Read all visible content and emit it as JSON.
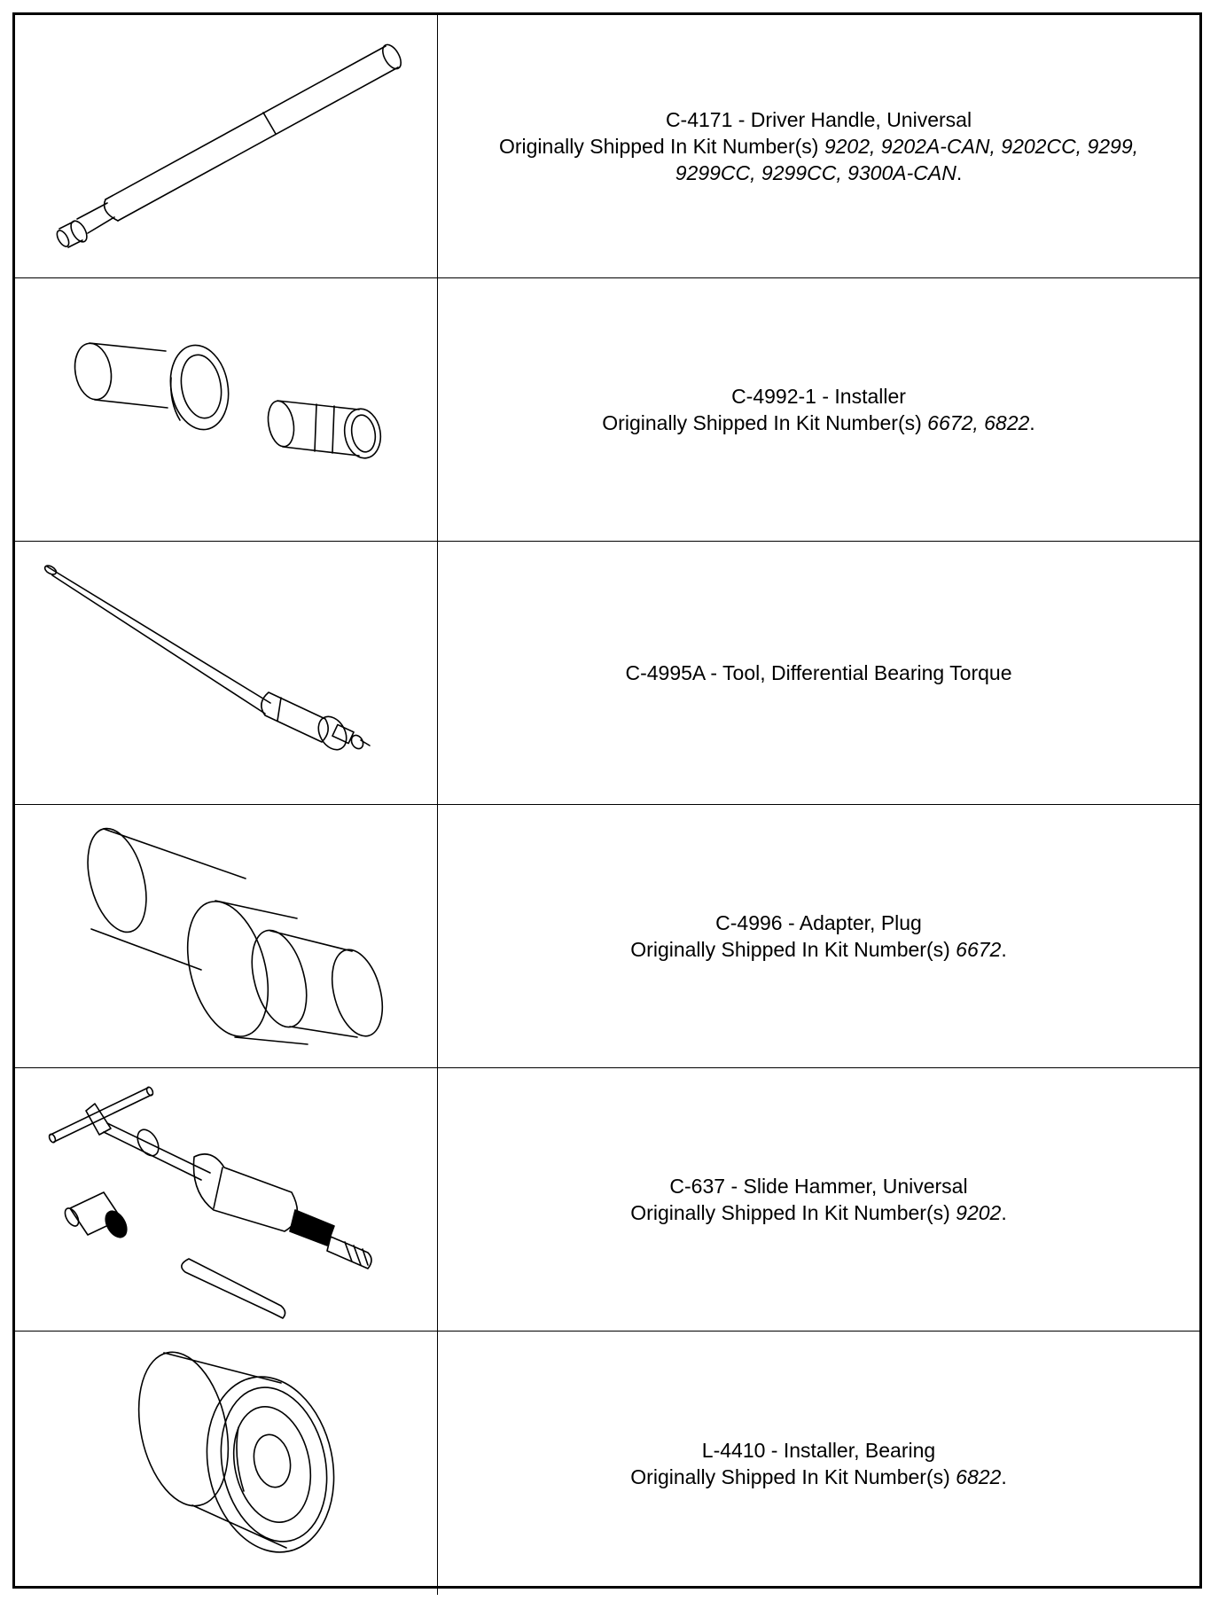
{
  "tools": [
    {
      "icon": "driver-handle-icon",
      "title": "C-4171 - Driver Handle, Universal",
      "kit_prefix": "Originally Shipped In Kit Number(s)",
      "kits_line1": "9202, 9202A-CAN, 9202CC, 9299,",
      "kits_line2": "9299CC, 9299CC, 9300A-CAN",
      "suffix": "."
    },
    {
      "icon": "installer-icon",
      "title": "C-4992-1 - Installer",
      "kit_prefix": "Originally Shipped In Kit Number(s)",
      "kits": "6672, 6822",
      "suffix": "."
    },
    {
      "icon": "bearing-torque-tool-icon",
      "title": "C-4995A - Tool, Differential Bearing Torque"
    },
    {
      "icon": "adapter-plug-icon",
      "title": "C-4996 - Adapter, Plug",
      "kit_prefix": "Originally Shipped In Kit Number(s)",
      "kits": "6672",
      "suffix": "."
    },
    {
      "icon": "slide-hammer-icon",
      "title": "C-637 - Slide Hammer, Universal",
      "kit_prefix": "Originally Shipped In Kit Number(s)",
      "kits": "9202",
      "suffix": "."
    },
    {
      "icon": "bearing-installer-icon",
      "title": "L-4410 - Installer, Bearing",
      "kit_prefix": "Originally Shipped In Kit Number(s)",
      "kits": "6822",
      "suffix": "."
    }
  ]
}
